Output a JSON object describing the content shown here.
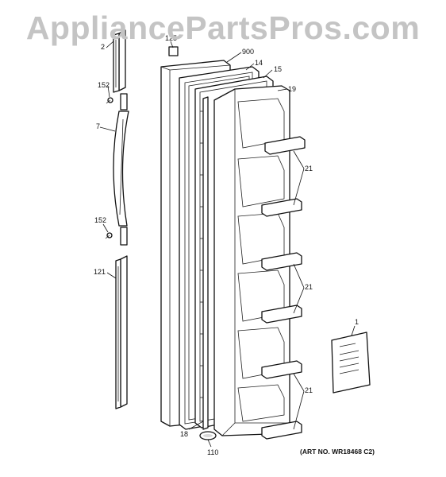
{
  "watermark": "AppliancePartsPros.com",
  "art_number": "(ART NO. WR18468 C2)",
  "callouts": {
    "p2": "2",
    "p125": "125",
    "p900": "900",
    "p14": "14",
    "p15": "15",
    "p19": "19",
    "p152_top": "152",
    "p7": "7",
    "p21_a": "21",
    "p21_b": "21",
    "p21_c": "21",
    "p152_bottom": "152",
    "p121": "121",
    "p1": "1",
    "p18": "18",
    "p110": "110"
  }
}
